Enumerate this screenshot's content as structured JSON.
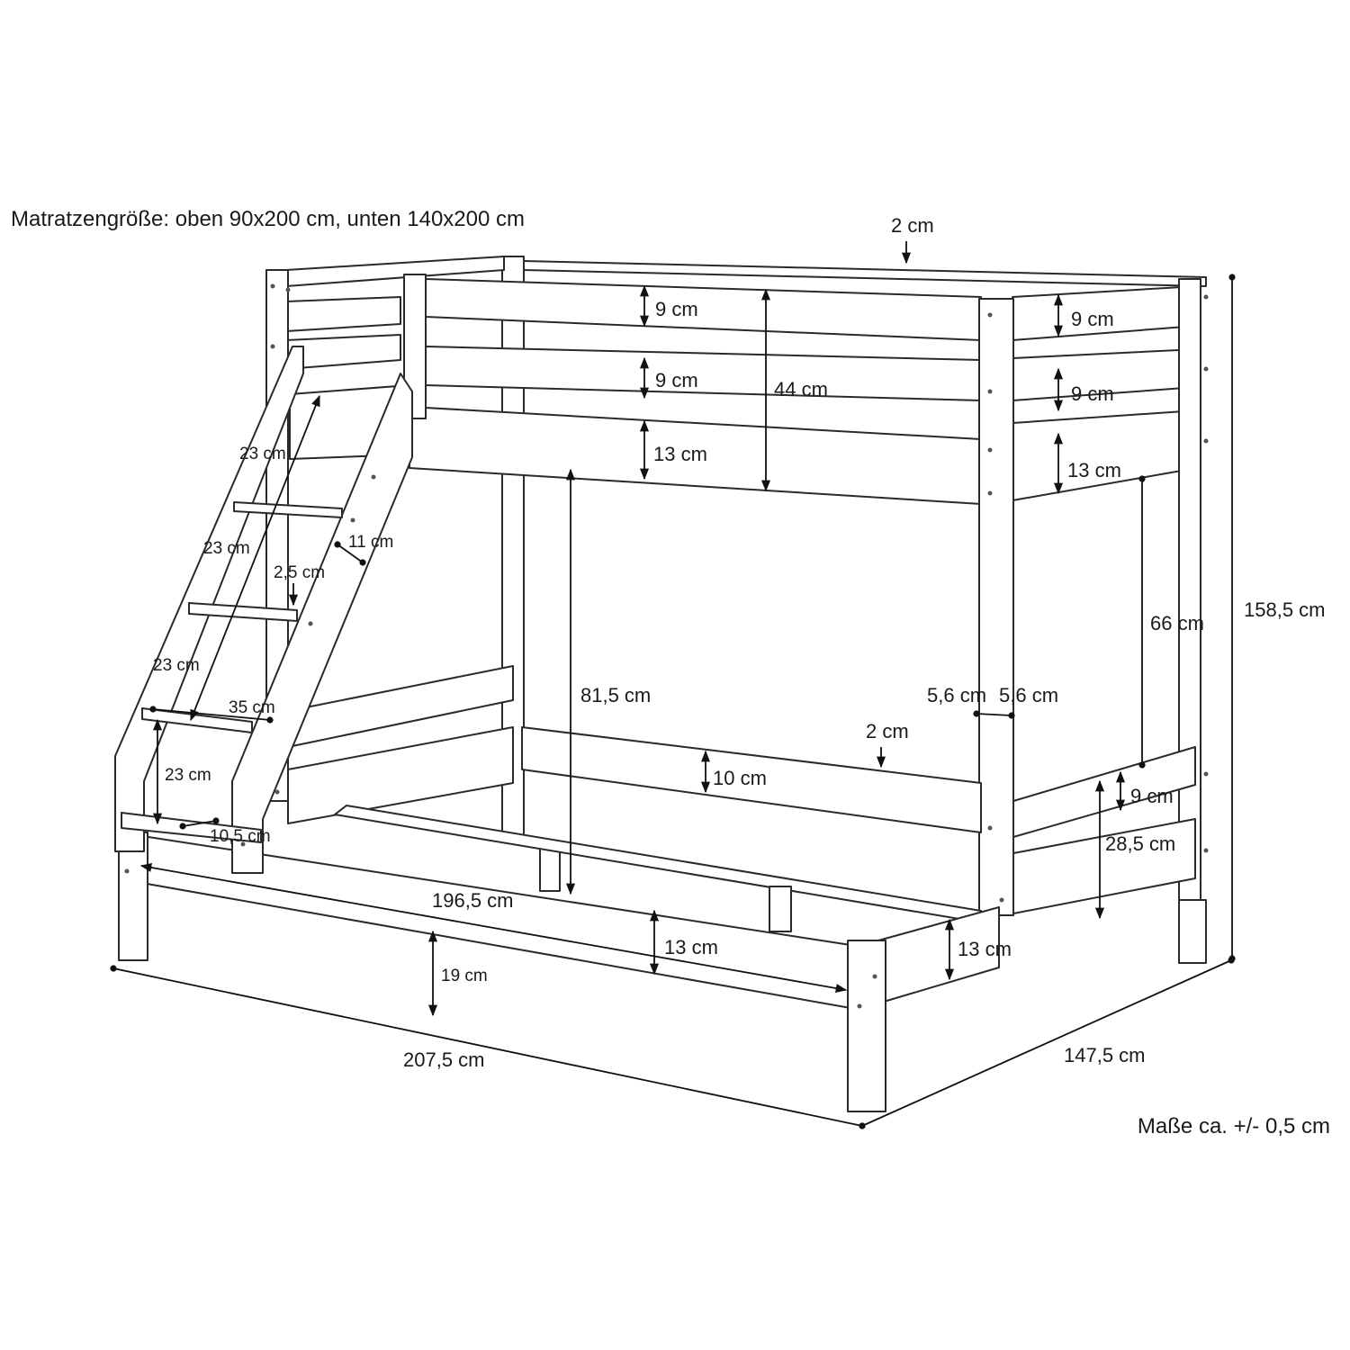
{
  "header": {
    "mattress_size": "Matratzengröße: oben 90x200 cm, unten 140x200 cm"
  },
  "footer": {
    "tolerance": "Maße ca. +/- 0,5 cm"
  },
  "dimensions": {
    "top_gap": "2 cm",
    "upper_front_rail_1": "9 cm",
    "upper_front_rail_2": "9 cm",
    "upper_front_board": "13 cm",
    "upper_guard_height": "44 cm",
    "upper_end_rail_1": "9 cm",
    "upper_end_rail_2": "9 cm",
    "upper_end_board": "13 cm",
    "total_height": "158,5 cm",
    "ladder_step_1": "23 cm",
    "ladder_step_2": "23 cm",
    "ladder_step_3": "23 cm",
    "ladder_step_4": "23 cm",
    "ladder_stringer_width": "11 cm",
    "ladder_rung_thickness": "2,5 cm",
    "ladder_rung_width": "35 cm",
    "ladder_bottom_depth": "10,5 cm",
    "clearance_lower": "81,5 cm",
    "clearance_upper": "66 cm",
    "post_width_1": "5,6 cm",
    "post_width_2": "5,6 cm",
    "inner_gap": "2 cm",
    "inner_rail": "10 cm",
    "lower_end_rail": "9 cm",
    "lower_end_height": "28,5 cm",
    "inner_length": "196,5 cm",
    "lower_front_board": "13 cm",
    "lower_end_board": "13 cm",
    "floor_clearance": "19 cm",
    "total_length": "207,5 cm",
    "total_width": "147,5 cm"
  }
}
